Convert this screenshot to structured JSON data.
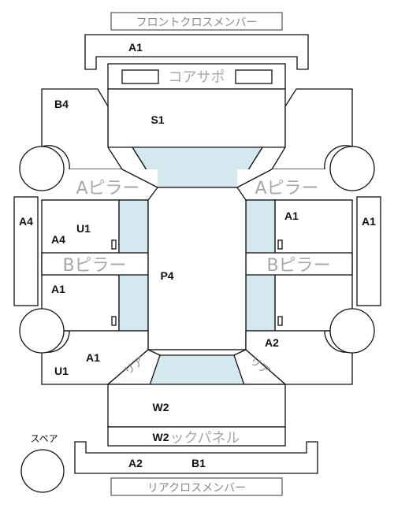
{
  "labels": {
    "front_cross_member": "フロントクロスメンバー",
    "core_support": "コアサポ",
    "a_pillar": "Aピラー",
    "b_pillar": "Bピラー",
    "back_panel": "ックパネル",
    "rear_cross_member": "リアクロスメンバー",
    "spare": "スペア",
    "rear_corner": "リア"
  },
  "codes": {
    "front_member": "A1",
    "core_support_panel": "S1",
    "left_front_corner": "B4",
    "left_front_wheel": "U1",
    "left_front_pillar_box": "A4",
    "left_outer": "A4",
    "right_outer": "A1",
    "right_upper": "A1",
    "floor": "P4",
    "left_lower": "A1",
    "left_rear_a": "A1",
    "left_rear_u": "U1",
    "right_rear": "A2",
    "trunk_floor": "W2",
    "back_panel": "W2",
    "rear_member_left": "A2",
    "rear_member_right": "B1"
  },
  "colors": {
    "accent_blue": "#d4e8f0",
    "line": "#111111",
    "ghost_text": "#a8a8a8"
  }
}
